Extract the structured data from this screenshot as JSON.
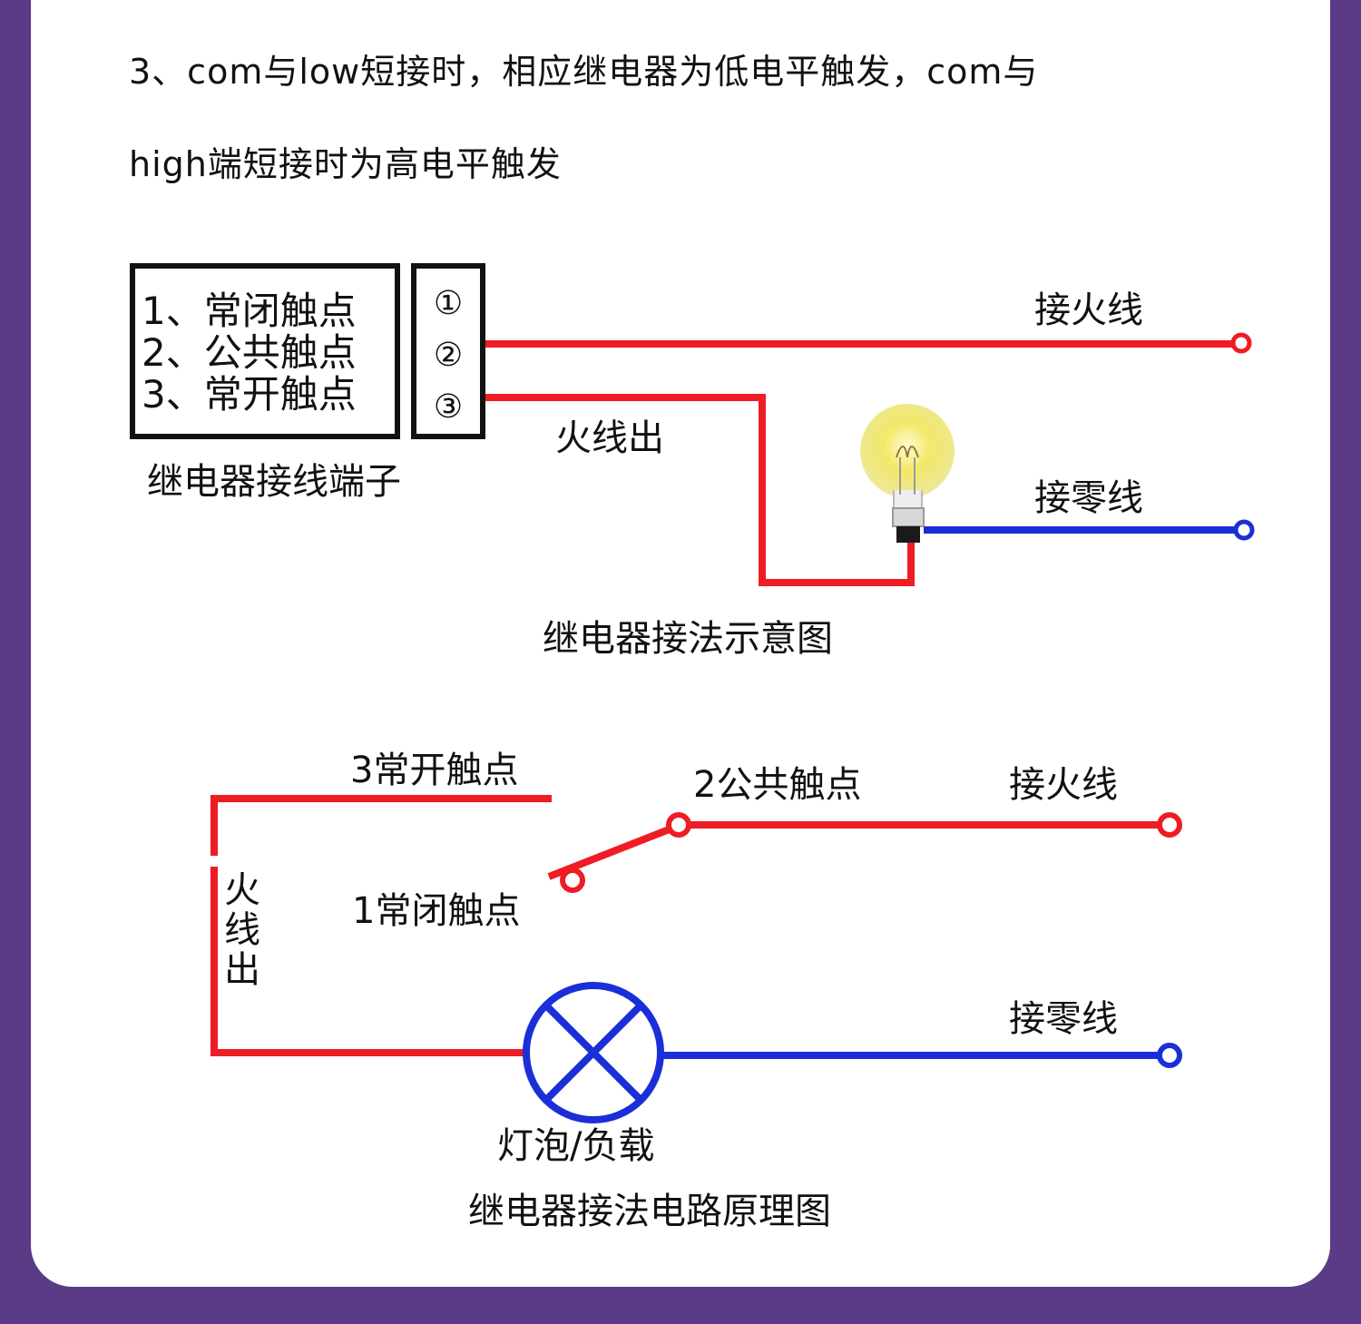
{
  "intro": {
    "line1": "3、com与low短接时，相应继电器为低电平触发，com与",
    "line2": "high端短接时为高电平触发"
  },
  "wiring_diagram": {
    "terminal_items": [
      "1、常闭触点",
      "2、公共触点",
      "3、常开触点"
    ],
    "terminal_numbers": [
      "①",
      "②",
      "③"
    ],
    "terminal_block_label": "继电器接线端子",
    "live_in_label": "接火线",
    "live_out_label": "火线出",
    "neutral_label": "接零线",
    "caption": "继电器接法示意图"
  },
  "circuit_diagram": {
    "no_contact_label": "3常开触点",
    "common_contact_label": "2公共触点",
    "nc_contact_label": "1常闭触点",
    "live_in_label": "接火线",
    "live_out_chars": [
      "火",
      "线",
      "出"
    ],
    "neutral_label": "接零线",
    "load_label": "灯泡/负载",
    "caption": "继电器接法电路原理图"
  },
  "colors": {
    "live_wire": "#ee1c24",
    "neutral_wire": "#1a2fd8",
    "frame": "#5b3a86"
  }
}
